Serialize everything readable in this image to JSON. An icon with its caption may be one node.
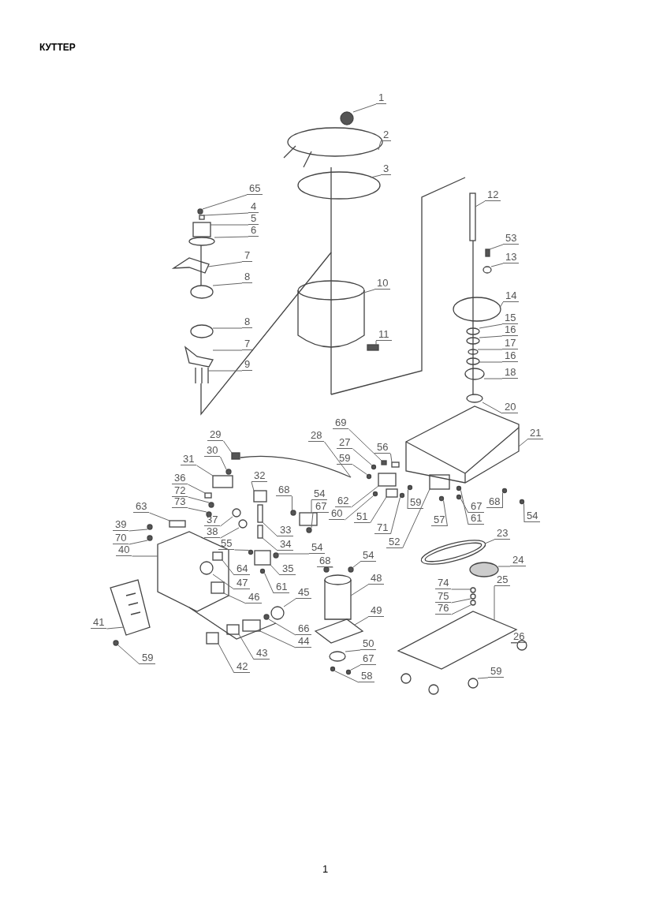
{
  "diagram": {
    "title": "КУТТЕР",
    "nodes": [
      {
        "text": [
          "1"
        ]
      },
      {
        "text": [
          "2"
        ]
      },
      {
        "text": [
          "3"
        ]
      },
      {
        "text": [
          "65"
        ]
      },
      {
        "text": [
          "4"
        ]
      },
      {
        "text": [
          "5"
        ]
      },
      {
        "text": [
          "6"
        ]
      },
      {
        "text": [
          "7"
        ]
      },
      {
        "text": [
          "8"
        ]
      },
      {
        "text": [
          "10"
        ]
      },
      {
        "text": [
          "8"
        ]
      },
      {
        "text": [
          "7"
        ]
      },
      {
        "text": [
          "11"
        ]
      },
      {
        "text": [
          "9"
        ]
      },
      {
        "text": [
          "12"
        ]
      },
      {
        "text": [
          "53"
        ]
      },
      {
        "text": [
          "13"
        ]
      },
      {
        "text": [
          "14"
        ]
      },
      {
        "text": [
          "15"
        ]
      },
      {
        "text": [
          "16"
        ]
      },
      {
        "text": [
          "17"
        ]
      },
      {
        "text": [
          "16"
        ]
      },
      {
        "text": [
          "18"
        ]
      },
      {
        "text": [
          "20"
        ]
      },
      {
        "text": [
          "21"
        ]
      },
      {
        "text": [
          "29"
        ]
      },
      {
        "text": [
          "28"
        ]
      },
      {
        "text": [
          "69"
        ]
      },
      {
        "text": [
          "27"
        ]
      },
      {
        "text": [
          "56"
        ]
      },
      {
        "text": [
          "59"
        ]
      },
      {
        "text": [
          "62"
        ]
      },
      {
        "text": [
          "60"
        ]
      },
      {
        "text": [
          "51"
        ]
      },
      {
        "text": [
          "71"
        ]
      },
      {
        "text": [
          "59"
        ]
      },
      {
        "text": [
          "52"
        ]
      },
      {
        "text": [
          "57"
        ]
      },
      {
        "text": [
          "67"
        ]
      },
      {
        "text": [
          "61"
        ]
      },
      {
        "text": [
          "68"
        ]
      },
      {
        "text": [
          "54"
        ]
      },
      {
        "text": [
          "31"
        ]
      },
      {
        "text": [
          "30"
        ]
      },
      {
        "text": [
          "32"
        ]
      },
      {
        "text": [
          "68"
        ]
      },
      {
        "text": [
          "54"
        ]
      },
      {
        "text": [
          "67"
        ]
      },
      {
        "text": [
          "36"
        ]
      },
      {
        "text": [
          "72"
        ]
      },
      {
        "text": [
          "73"
        ]
      },
      {
        "text": [
          "37"
        ]
      },
      {
        "text": [
          "38"
        ]
      },
      {
        "text": [
          "33"
        ]
      },
      {
        "text": [
          "34"
        ]
      },
      {
        "text": [
          "54"
        ]
      },
      {
        "text": [
          "35"
        ]
      },
      {
        "text": [
          "55"
        ]
      },
      {
        "text": [
          "61"
        ]
      },
      {
        "text": [
          "63"
        ]
      },
      {
        "text": [
          "39"
        ]
      },
      {
        "text": [
          "70"
        ]
      },
      {
        "text": [
          "40"
        ]
      },
      {
        "text": [
          "64"
        ]
      },
      {
        "text": [
          "47"
        ]
      },
      {
        "text": [
          "46"
        ]
      },
      {
        "text": [
          "41"
        ]
      },
      {
        "text": [
          "59"
        ]
      },
      {
        "text": [
          "45"
        ]
      },
      {
        "text": [
          "66"
        ]
      },
      {
        "text": [
          "44"
        ]
      },
      {
        "text": [
          "43"
        ]
      },
      {
        "text": [
          "42"
        ]
      },
      {
        "text": [
          "68"
        ]
      },
      {
        "text": [
          "54"
        ]
      },
      {
        "text": [
          "48"
        ]
      },
      {
        "text": [
          "49"
        ]
      },
      {
        "text": [
          "50"
        ]
      },
      {
        "text": [
          "67"
        ]
      },
      {
        "text": [
          "58"
        ]
      },
      {
        "text": [
          "23"
        ]
      },
      {
        "text": [
          "24"
        ]
      },
      {
        "text": [
          "25"
        ]
      },
      {
        "text": [
          "74"
        ]
      },
      {
        "text": [
          "75"
        ]
      },
      {
        "text": [
          "76"
        ]
      },
      {
        "text": [
          "26"
        ]
      },
      {
        "text": [
          "59"
        ]
      },
      {
        "text": [],
        "shape": "circle"
      },
      {
        "text": [],
        "shape": "picture"
      },
      {
        "text": [],
        "shape": "ellipse"
      },
      {
        "text": [],
        "shape": "circle"
      },
      {
        "text": [],
        "shape": "box"
      },
      {
        "text": [],
        "shape": "box"
      },
      {
        "text": [],
        "shape": "ellipse"
      },
      {
        "text": [],
        "shape": "picture"
      },
      {
        "text": [],
        "shape": "ellipse"
      },
      {
        "text": [],
        "shape": "picture"
      },
      {
        "text": [],
        "shape": "ellipse"
      },
      {
        "text": [],
        "shape": "picture"
      },
      {
        "text": [],
        "shape": "box"
      },
      {
        "text": [],
        "shape": "picture"
      },
      {
        "text": [],
        "shape": "box"
      },
      {
        "text": [],
        "shape": "box"
      },
      {
        "text": [],
        "shape": "ellipse"
      },
      {
        "text": [],
        "shape": "ellipse"
      },
      {
        "text": [],
        "shape": "ellipse"
      },
      {
        "text": [],
        "shape": "ellipse"
      },
      {
        "text": [],
        "shape": "ellipse"
      },
      {
        "text": [],
        "shape": "ellipse"
      },
      {
        "text": [],
        "shape": "ellipse"
      },
      {
        "text": [],
        "shape": "ellipse"
      },
      {
        "text": [],
        "shape": "picture"
      },
      {
        "text": [],
        "shape": "box"
      },
      {
        "text": [],
        "shape": "picture"
      },
      {
        "text": [],
        "shape": "box"
      },
      {
        "text": [],
        "shape": "circle"
      },
      {
        "text": [],
        "shape": "box"
      },
      {
        "text": [],
        "shape": "circle"
      },
      {
        "text": [],
        "shape": "box"
      },
      {
        "text": [],
        "shape": "circle"
      },
      {
        "text": [],
        "shape": "box"
      },
      {
        "text": [],
        "shape": "circle"
      },
      {
        "text": [],
        "shape": "circle"
      },
      {
        "text": [],
        "shape": "box"
      },
      {
        "text": [],
        "shape": "circle"
      },
      {
        "text": [],
        "shape": "circle"
      },
      {
        "text": [],
        "shape": "circle"
      },
      {
        "text": [],
        "shape": "circle"
      },
      {
        "text": [],
        "shape": "circle"
      },
      {
        "text": [],
        "shape": "box"
      },
      {
        "text": [],
        "shape": "circle"
      },
      {
        "text": [],
        "shape": "box"
      },
      {
        "text": [],
        "shape": "circle"
      },
      {
        "text": [],
        "shape": "box"
      },
      {
        "text": [],
        "shape": "circle"
      },
      {
        "text": [],
        "shape": "box"
      },
      {
        "text": [],
        "shape": "circle"
      },
      {
        "text": [],
        "shape": "circle"
      },
      {
        "text": [],
        "shape": "circle"
      },
      {
        "text": [],
        "shape": "circle"
      },
      {
        "text": [],
        "shape": "box"
      },
      {
        "text": [],
        "shape": "box"
      },
      {
        "text": [],
        "shape": "circle"
      },
      {
        "text": [],
        "shape": "box"
      },
      {
        "text": [],
        "shape": "circle"
      },
      {
        "text": [],
        "shape": "circle"
      },
      {
        "text": [],
        "shape": "box"
      },
      {
        "text": [],
        "shape": "circle"
      },
      {
        "text": [],
        "shape": "circle"
      },
      {
        "text": [],
        "shape": "picture"
      },
      {
        "text": [],
        "shape": "box",
        "in": 150
      },
      {
        "text": [],
        "shape": "circle",
        "in": 150
      },
      {
        "text": [],
        "shape": "box",
        "in": 150
      },
      {
        "text": [],
        "shape": "picture"
      },
      {
        "text": [],
        "shape": "circle"
      },
      {
        "text": [],
        "shape": "circle"
      },
      {
        "text": [],
        "shape": "circle"
      },
      {
        "text": [],
        "shape": "box"
      },
      {
        "text": [],
        "shape": "box"
      },
      {
        "text": [],
        "shape": "box"
      },
      {
        "text": [],
        "shape": "circle"
      },
      {
        "text": [],
        "shape": "circle"
      },
      {
        "text": [],
        "shape": "cylinder"
      },
      {
        "text": [],
        "shape": "picture"
      },
      {
        "text": [],
        "shape": "ellipse"
      },
      {
        "text": [],
        "shape": "circle"
      },
      {
        "text": [],
        "shape": "circle"
      },
      {
        "text": [],
        "shape": "picture"
      },
      {
        "text": [],
        "shape": "ellipse"
      },
      {
        "text": [],
        "shape": "picture"
      },
      {
        "text": [],
        "shape": "circle"
      },
      {
        "text": [],
        "shape": "circle"
      },
      {
        "text": [],
        "shape": "circle"
      },
      {
        "text": [],
        "shape": "circle"
      },
      {
        "text": [],
        "shape": "circle"
      }
    ],
    "edges": [
      {
        "from": 0,
        "to": 88,
        "arrow": "none"
      },
      {
        "from": 1,
        "to": 89,
        "arrow": "none"
      },
      {
        "from": 2,
        "to": 90,
        "arrow": "none"
      },
      {
        "from": 3,
        "to": 91,
        "arrow": "none"
      },
      {
        "from": 4,
        "to": 92,
        "arrow": "none"
      },
      {
        "from": 5,
        "to": 93,
        "arrow": "none"
      },
      {
        "from": 6,
        "to": 94,
        "arrow": "none"
      },
      {
        "from": 7,
        "to": 95,
        "arrow": "none"
      },
      {
        "from": 8,
        "to": 96,
        "arrow": "none"
      },
      {
        "from": 9,
        "to": 97,
        "arrow": "none"
      },
      {
        "from": 10,
        "to": 98,
        "arrow": "none"
      },
      {
        "from": 11,
        "to": 99,
        "arrow": "none"
      },
      {
        "from": 12,
        "to": 100,
        "arrow": "none"
      },
      {
        "from": 13,
        "to": 101,
        "arrow": "none"
      },
      {
        "from": 14,
        "to": 102,
        "arrow": "none"
      },
      {
        "from": 15,
        "to": 103,
        "arrow": "none"
      },
      {
        "from": 16,
        "to": 104,
        "arrow": "none"
      },
      {
        "from": 17,
        "to": 105,
        "arrow": "none"
      },
      {
        "from": 18,
        "to": 106,
        "arrow": "none"
      },
      {
        "from": 19,
        "to": 107,
        "arrow": "none"
      },
      {
        "from": 20,
        "to": 108,
        "arrow": "none"
      },
      {
        "from": 21,
        "to": 109,
        "arrow": "none"
      },
      {
        "from": 22,
        "to": 110,
        "arrow": "none"
      },
      {
        "from": 23,
        "to": 111,
        "arrow": "none"
      },
      {
        "from": 24,
        "to": 112,
        "arrow": "none"
      },
      {
        "from": 25,
        "to": 113,
        "arrow": "none"
      },
      {
        "from": 26,
        "to": 114,
        "arrow": "none"
      },
      {
        "from": 27,
        "to": 115,
        "arrow": "none"
      },
      {
        "from": 28,
        "to": 116,
        "arrow": "none"
      },
      {
        "from": 29,
        "to": 117,
        "arrow": "none"
      },
      {
        "from": 30,
        "to": 118,
        "arrow": "none"
      },
      {
        "from": 31,
        "to": 119,
        "arrow": "none"
      },
      {
        "from": 32,
        "to": 120,
        "arrow": "none"
      },
      {
        "from": 33,
        "to": 121,
        "arrow": "none"
      },
      {
        "from": 34,
        "to": 122,
        "arrow": "none"
      },
      {
        "from": 35,
        "to": 123,
        "arrow": "none"
      },
      {
        "from": 36,
        "to": 124,
        "arrow": "none"
      },
      {
        "from": 37,
        "to": 125,
        "arrow": "none"
      },
      {
        "from": 38,
        "to": 126,
        "arrow": "none"
      },
      {
        "from": 39,
        "to": 127,
        "arrow": "none"
      },
      {
        "from": 40,
        "to": 128,
        "arrow": "none"
      },
      {
        "from": 41,
        "to": 129,
        "arrow": "none"
      },
      {
        "from": 42,
        "to": 130,
        "arrow": "none"
      },
      {
        "from": 43,
        "to": 131,
        "arrow": "none"
      },
      {
        "from": 44,
        "to": 132,
        "arrow": "none"
      },
      {
        "from": 45,
        "to": 133,
        "arrow": "none"
      },
      {
        "from": 46,
        "to": 134,
        "arrow": "none"
      },
      {
        "from": 47,
        "to": 135,
        "arrow": "none"
      },
      {
        "from": 48,
        "to": 136,
        "arrow": "none"
      },
      {
        "from": 49,
        "to": 137,
        "arrow": "none"
      },
      {
        "from": 50,
        "to": 138,
        "arrow": "none"
      },
      {
        "from": 51,
        "to": 139,
        "arrow": "none"
      },
      {
        "from": 52,
        "to": 140,
        "arrow": "none"
      },
      {
        "from": 53,
        "to": 141,
        "arrow": "none"
      },
      {
        "from": 54,
        "to": 142,
        "arrow": "none"
      },
      {
        "from": 55,
        "to": 143,
        "arrow": "none"
      },
      {
        "from": 56,
        "to": 144,
        "arrow": "none"
      },
      {
        "from": 57,
        "to": 145,
        "arrow": "none"
      },
      {
        "from": 58,
        "to": 146,
        "arrow": "none"
      },
      {
        "from": 59,
        "to": 147,
        "arrow": "none"
      },
      {
        "from": 60,
        "to": 148,
        "arrow": "none"
      },
      {
        "from": 61,
        "to": 149,
        "arrow": "none"
      },
      {
        "from": 62,
        "to": 150,
        "arrow": "none"
      },
      {
        "from": 63,
        "to": 151,
        "arrow": "none"
      },
      {
        "from": 64,
        "to": 152,
        "arrow": "none"
      },
      {
        "from": 65,
        "to": 153,
        "arrow": "none"
      },
      {
        "from": 66,
        "to": 154,
        "arrow": "none"
      },
      {
        "from": 67,
        "to": 155,
        "arrow": "none"
      },
      {
        "from": 68,
        "to": 156,
        "arrow": "none"
      },
      {
        "from": 69,
        "to": 157,
        "arrow": "none"
      },
      {
        "from": 70,
        "to": 158,
        "arrow": "none"
      },
      {
        "from": 71,
        "to": 159,
        "arrow": "none"
      },
      {
        "from": 72,
        "to": 160,
        "arrow": "none"
      },
      {
        "from": 73,
        "to": 161,
        "arrow": "none"
      },
      {
        "from": 74,
        "to": 162,
        "arrow": "none"
      },
      {
        "from": 75,
        "to": 163,
        "arrow": "none"
      },
      {
        "from": 76,
        "to": 164,
        "arrow": "none"
      },
      {
        "from": 77,
        "to": 165,
        "arrow": "none"
      },
      {
        "from": 78,
        "to": 166,
        "arrow": "none"
      },
      {
        "from": 79,
        "to": 167,
        "arrow": "none"
      },
      {
        "from": 80,
        "to": 168,
        "arrow": "none"
      },
      {
        "from": 81,
        "to": 169,
        "arrow": "none"
      },
      {
        "from": 82,
        "to": 170,
        "arrow": "none"
      },
      {
        "from": 83,
        "to": 171,
        "arrow": "none"
      },
      {
        "from": 84,
        "to": 172,
        "arrow": "none"
      },
      {
        "from": 85,
        "to": 173,
        "arrow": "none"
      },
      {
        "from": 86,
        "to": 174,
        "arrow": "none"
      },
      {
        "from": 87,
        "to": 175,
        "arrow": "none"
      }
    ],
    "labels": [
      "1"
    ]
  }
}
